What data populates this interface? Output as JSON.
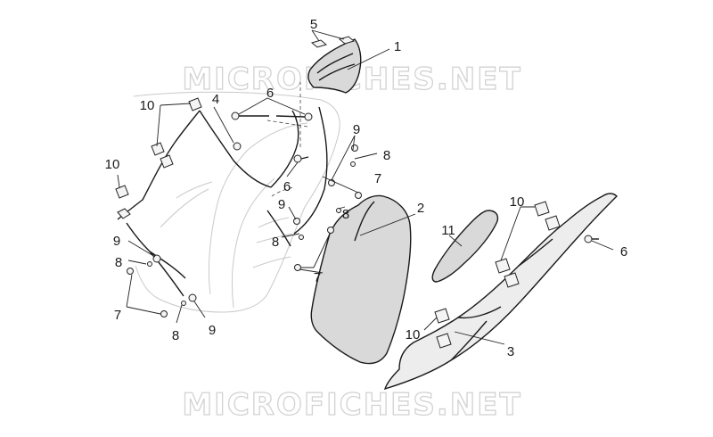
{
  "watermark": {
    "top": "MICROFICHES.NET",
    "bottom": "MICROFICHES.NET"
  },
  "callouts": [
    {
      "id": "c5",
      "text": "5"
    },
    {
      "id": "c1",
      "text": "1"
    },
    {
      "id": "c10a",
      "text": "10"
    },
    {
      "id": "c4",
      "text": "4"
    },
    {
      "id": "c6a",
      "text": "6"
    },
    {
      "id": "c9a",
      "text": "9"
    },
    {
      "id": "c8a",
      "text": "8"
    },
    {
      "id": "c10b",
      "text": "10"
    },
    {
      "id": "c6b",
      "text": "6"
    },
    {
      "id": "c7a",
      "text": "7"
    },
    {
      "id": "c9b",
      "text": "9"
    },
    {
      "id": "c8b",
      "text": "8"
    },
    {
      "id": "c8c",
      "text": "8"
    },
    {
      "id": "c2",
      "text": "2"
    },
    {
      "id": "c10c",
      "text": "10"
    },
    {
      "id": "c11",
      "text": "11"
    },
    {
      "id": "c6c",
      "text": "6"
    },
    {
      "id": "c9c",
      "text": "9"
    },
    {
      "id": "c8d",
      "text": "8"
    },
    {
      "id": "c7b",
      "text": "7"
    },
    {
      "id": "c7c",
      "text": "7"
    },
    {
      "id": "c8e",
      "text": "8"
    },
    {
      "id": "c9d",
      "text": "9"
    },
    {
      "id": "c10d",
      "text": "10"
    },
    {
      "id": "c3",
      "text": "3"
    }
  ],
  "colors": {
    "line": "#1a1a1a",
    "part_fill": "#d9d9d9",
    "ghost_outline": "#c9c9c9",
    "watermark": "#d2d2d2",
    "background": "#ffffff"
  }
}
